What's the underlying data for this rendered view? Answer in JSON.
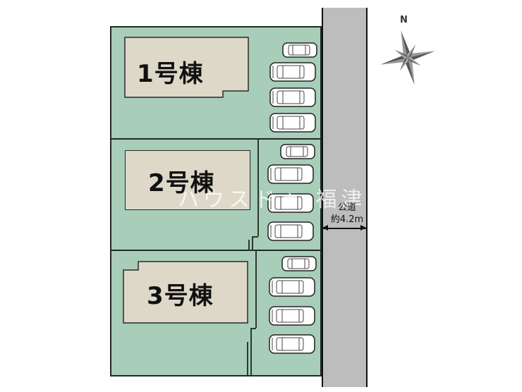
{
  "site_plan": {
    "lots": [
      {
        "id": "lot-1",
        "label": "1号棟",
        "parking_spaces": 4
      },
      {
        "id": "lot-2",
        "label": "2号棟",
        "parking_spaces": 4
      },
      {
        "id": "lot-3",
        "label": "3号棟",
        "parking_spaces": 4
      }
    ],
    "road": {
      "label_line1": "公道",
      "label_line2": "約4.2m"
    },
    "compass": {
      "north_label": "N"
    },
    "watermark": "ハウスドゥ 福津",
    "colors": {
      "lot_fill": "#a8cdb8",
      "building_fill": "#ddd8c8",
      "road_fill": "#bdbdbd",
      "outline": "#1e2a22"
    }
  }
}
